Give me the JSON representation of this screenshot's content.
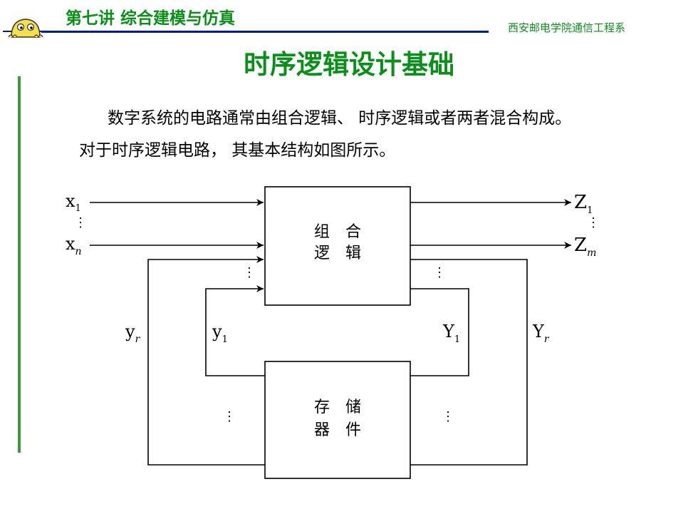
{
  "header": {
    "course_title": "第七讲 综合建模与仿真",
    "school": "西安邮电学院通信工程系"
  },
  "slide": {
    "title": "时序逻辑设计基础",
    "paragraph_line1": "数字系统的电路通常由组合逻辑、 时序逻辑或者两者混合构成。",
    "paragraph_line2": "对于时序逻辑电路， 其基本结构如图所示。"
  },
  "diagram": {
    "comb_block": {
      "line1": "组　合",
      "line2": "逻　辑"
    },
    "memory_block": {
      "line1": "存　储",
      "line2": "器　件"
    },
    "inputs": {
      "first": {
        "base": "x",
        "sub": "1"
      },
      "last": {
        "base": "x",
        "sub": "n"
      }
    },
    "outputs": {
      "first": {
        "base": "Z",
        "sub": "1"
      },
      "last": {
        "base": "Z",
        "sub": "m"
      }
    },
    "state": {
      "y_r": {
        "base": "y",
        "sub": "r"
      },
      "y_1": {
        "base": "y",
        "sub": "1"
      },
      "Y_1": {
        "base": "Y",
        "sub": "1"
      },
      "Y_r": {
        "base": "Y",
        "sub": "r"
      }
    },
    "ellipsis": "⋮"
  }
}
